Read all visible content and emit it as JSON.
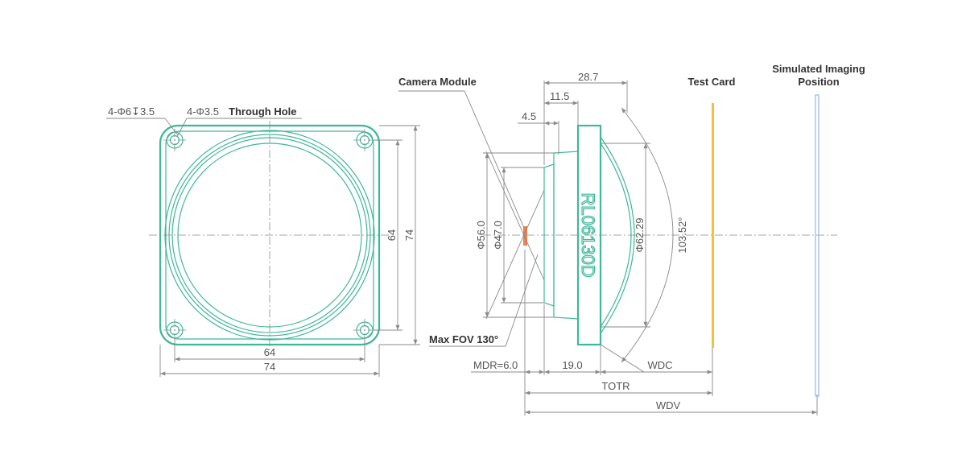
{
  "colors": {
    "outline": "#3fb79b",
    "dimension": "#8a8a8a",
    "sensor": "#ef7f4d",
    "test_card": "#f2c33a",
    "imaging_plane": "#8fb8e6"
  },
  "front_view": {
    "hole_counterbore_label": "4-Φ6↧3.5",
    "through_hole_dia_label": "4-Φ3.5",
    "through_hole_text": "Through Hole",
    "inner_width_label": "64",
    "outer_width_label": "74",
    "inner_height_label": "64",
    "outer_height_label": "74"
  },
  "side_view": {
    "camera_module_label": "Camera Module",
    "max_fov_label": "Max FOV 130°",
    "test_card_label": "Test Card",
    "imaging_label_line1": "Simulated Imaging",
    "imaging_label_line2": "Position",
    "part_number": "RL06130D",
    "dims": {
      "d_28_7": "28.7",
      "d_11_5": "11.5",
      "d_4_5": "4.5",
      "phi_56": "Φ56.0",
      "phi_47": "Φ47.0",
      "phi_62_29": "Φ62.29",
      "angle_103_52": "103.52°",
      "mdr": "MDR=6.0",
      "d_19": "19.0",
      "wdc": "WDC",
      "totr": "TOTR",
      "wdv": "WDV"
    }
  }
}
